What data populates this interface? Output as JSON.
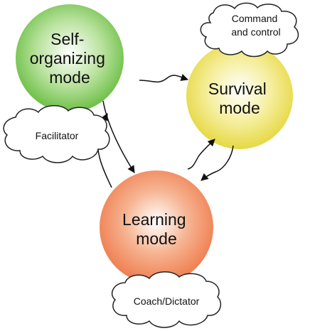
{
  "nodes": {
    "self_organizing": {
      "label_lines": [
        "Self-",
        "organizing",
        "mode"
      ],
      "color": "#7ec856"
    },
    "survival": {
      "label_lines": [
        "Survival",
        "mode"
      ],
      "color": "#ecdf55"
    },
    "learning": {
      "label_lines": [
        "Learning",
        "mode"
      ],
      "color": "#f08a5e"
    }
  },
  "roles": {
    "command_and_control": {
      "label_lines": [
        "Command",
        "and control"
      ]
    },
    "facilitator": {
      "label_lines": [
        "Facilitator"
      ]
    },
    "coach_dictator": {
      "label_lines": [
        "Coach/Dictator"
      ]
    }
  },
  "colors": {
    "stroke": "#222222",
    "cloud_fill": "#ffffff",
    "background": "#ffffff"
  }
}
